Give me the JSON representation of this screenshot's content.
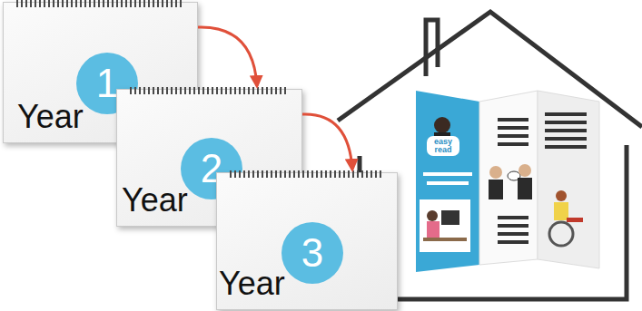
{
  "diagram": {
    "nodes": [
      {
        "text": [
          "Year"
        ]
      },
      {
        "text": [
          "1"
        ],
        "in": 0
      },
      {
        "text": [
          "Year"
        ]
      },
      {
        "text": [
          "2"
        ],
        "in": 2
      },
      {
        "text": [
          "Year"
        ]
      },
      {
        "text": [
          "3"
        ],
        "in": 4
      }
    ],
    "edges": [
      {
        "from": 0,
        "to": 2,
        "arrow": "to"
      },
      {
        "from": 2,
        "to": 4,
        "arrow": "to"
      }
    ],
    "labels": [
      "easy read"
    ]
  }
}
